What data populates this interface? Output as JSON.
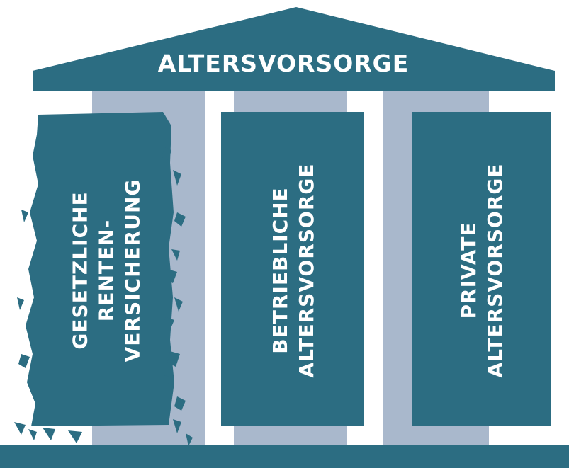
{
  "diagram": {
    "roof_title": "ALTERSVORSORGE",
    "pillars": [
      {
        "label": "GESETZLICHE\nRENTEN-\nVERSICHERUNG",
        "state": "crumbling"
      },
      {
        "label": "BETRIEBLICHE\nALTERSVORSORGE",
        "state": "intact"
      },
      {
        "label": "PRIVATE\nALTERSVORSORGE",
        "state": "intact"
      }
    ],
    "colors": {
      "pillar_fill": "#2c6d82",
      "pillar_shadow": "#a9b8cc",
      "text": "#ffffff",
      "background": "#ffffff"
    }
  }
}
